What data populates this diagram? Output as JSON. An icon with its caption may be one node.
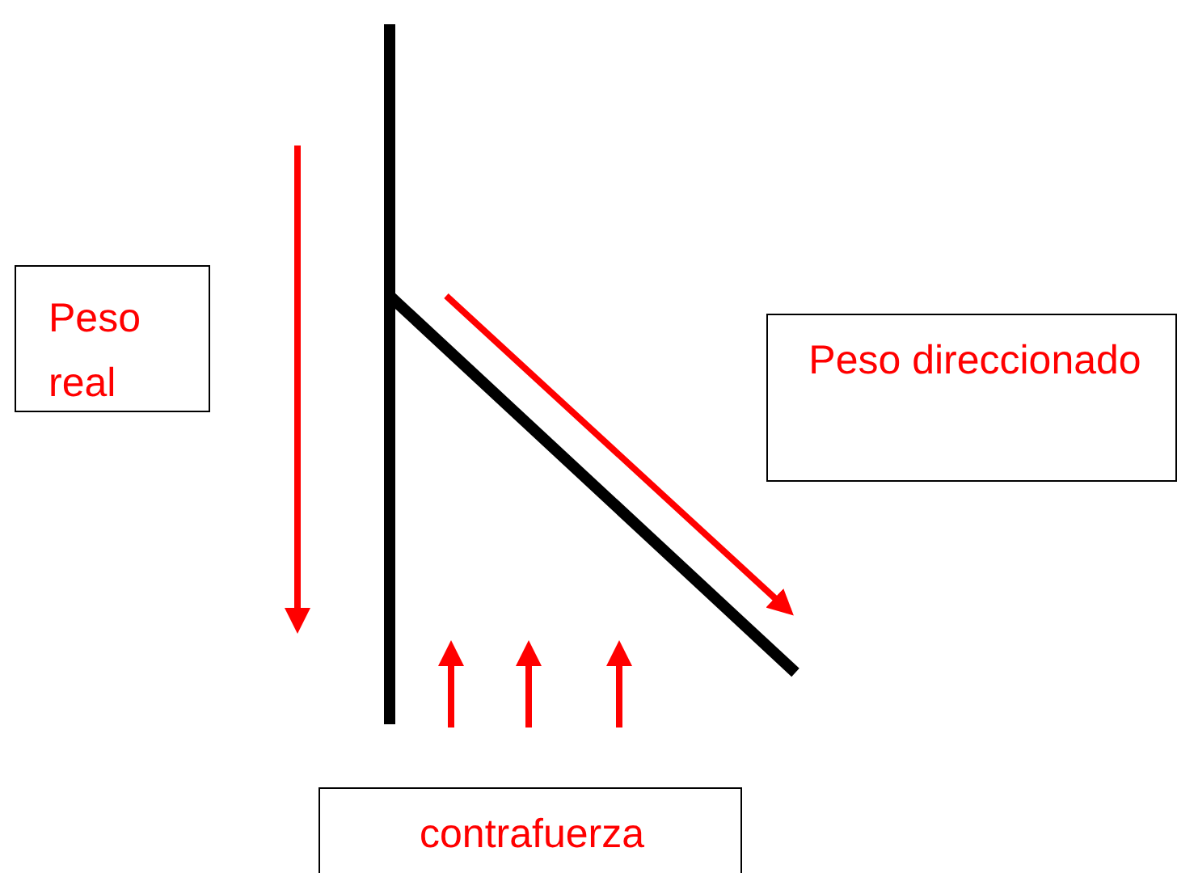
{
  "diagram": {
    "nodes": [
      {
        "text": [
          "Peso real"
        ]
      },
      {
        "text": [
          "Peso direccionado"
        ]
      },
      {
        "text": [
          "contrafuerza"
        ]
      }
    ]
  }
}
